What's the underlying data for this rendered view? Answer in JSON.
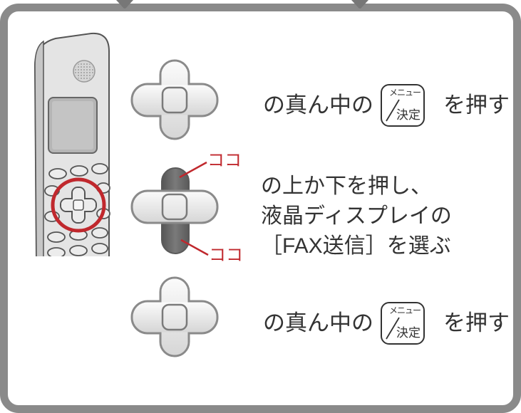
{
  "colors": {
    "frame": "#8a8a8a",
    "accent": "#c0282d",
    "text": "#333333",
    "dpad_highlight": "#6a6a6a"
  },
  "icons": {
    "phone": "phone-handset-icon",
    "dpad": "dpad-icon",
    "menu_key": "menu-confirm-key-icon"
  },
  "steps": [
    {
      "text_before": "の真ん中の",
      "key": {
        "top": "メニュー",
        "bottom": "決定"
      },
      "text_after": "を押す"
    },
    {
      "lines": [
        "の上か下を押し、",
        "液晶ディスプレイの",
        "［FAX送信］を選ぶ"
      ],
      "callouts": [
        "ココ",
        "ココ"
      ]
    },
    {
      "text_before": "の真ん中の",
      "key": {
        "top": "メニュー",
        "bottom": "決定"
      },
      "text_after": "を押す"
    }
  ]
}
